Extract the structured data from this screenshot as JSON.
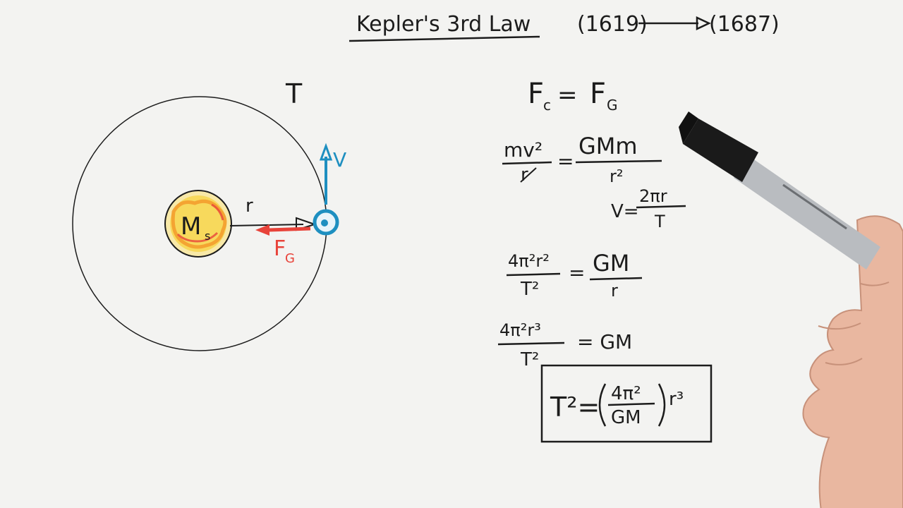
{
  "header": {
    "title": "Kepler's 3rd Law",
    "year_start": "(1619)",
    "year_end": "(1687)"
  },
  "diagram": {
    "period_label": "T",
    "velocity_label": "V",
    "radius_label": "r",
    "star_label": "M",
    "star_sub": "s",
    "force_label": "F",
    "force_sub": "G"
  },
  "equations": {
    "eq1_left": "F",
    "eq1_left_sub": "c",
    "eq1_eq": "=",
    "eq1_right": "F",
    "eq1_right_sub": "G",
    "eq2_num_left": "mv²",
    "eq2_den_left": "r",
    "eq2_eq": "=",
    "eq2_num_right": "GMm",
    "eq2_den_right": "r²",
    "eq3_lhs": "V=",
    "eq3_num": "2πr",
    "eq3_den": "T",
    "eq4_num_left": "4π²r²",
    "eq4_den_left": "T²",
    "eq4_eq": "=",
    "eq4_num_right": "GM",
    "eq4_den_right": "r",
    "eq5_num_left": "4π²r³",
    "eq5_den_left": "T²",
    "eq5_rhs": "= GM",
    "boxed_lhs": "T²=",
    "boxed_num": "4π²",
    "boxed_den": "GM",
    "boxed_tail": "r³"
  },
  "colors": {
    "ink": "#1c1c1c",
    "blue": "#1e8fc0",
    "red": "#e8433a",
    "orange": "#f39a2a",
    "yellow": "#f7d23c",
    "marker_cap": "#1a1a1a",
    "marker_body": "#b9bcc0"
  }
}
